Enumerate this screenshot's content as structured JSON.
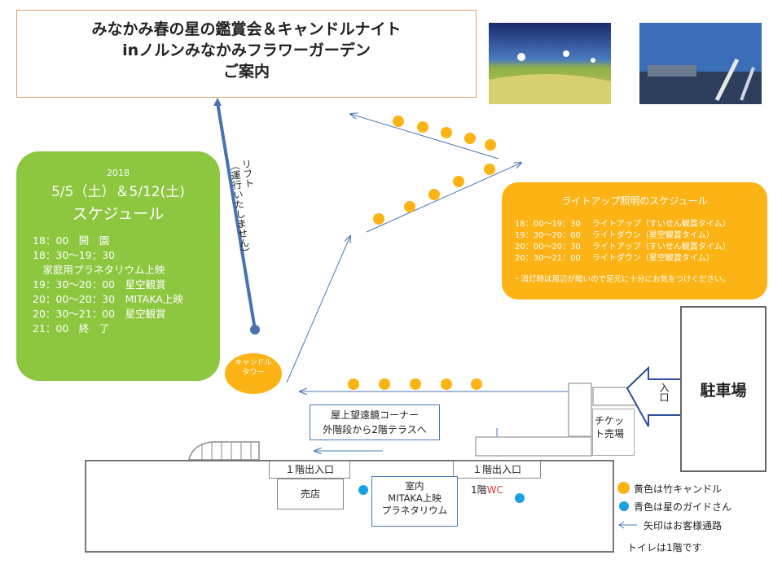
{
  "title": {
    "line1": "みなかみ春の星の鑑賞会＆キャンドルナイト",
    "line2": "inノルンみなかみフラワーガーデン",
    "line3": "ご案内"
  },
  "schedule": {
    "year": "2018",
    "dates": "5/5（土）＆5/12(土)",
    "heading": "スケジュール",
    "items": [
      "18：00　開　園",
      "18：30〜19：30",
      "　家庭用プラネタリウム上映",
      "19：30〜20：00　星空観賞",
      "20：00〜20：30　MITAKA上映",
      "20：30〜21：00　星空観賞",
      "21：00　終　了"
    ]
  },
  "lighting": {
    "title": "ライトアップ照明のスケジュール",
    "rows": [
      {
        "time": "18：00〜19：30",
        "desc": "ライトアップ（すいせん観賞タイム）"
      },
      {
        "time": "19：30〜20：00",
        "desc": "ライトダウン（星空観賞タイム）"
      },
      {
        "time": "20：00〜20：30",
        "desc": "ライトアップ（すいせん観賞タイム）"
      },
      {
        "time": "20：30〜21：00",
        "desc": "ライトダウン（星空観賞タイム）"
      }
    ],
    "note": "・消灯時は周辺が暗いので足元に十分にお気をつけください。"
  },
  "map": {
    "lift": "リフト",
    "lift_note": "（運行いたしません）",
    "tower": "キャンドルタワー",
    "parking": "駐車場",
    "entrance": "入口",
    "ticket": "チケット売場",
    "telescope_line1": "屋上望遠鏡コーナー",
    "telescope_line2": "外階段から2階テラスへ",
    "door_left": "１階出入口",
    "door_right": "１階出入口",
    "shop": "売店",
    "indoor_line1": "室内",
    "indoor_line2": "MITAKA上映",
    "indoor_line3": "プラネタリウム",
    "wc_prefix": "1階",
    "wc": "WC"
  },
  "legend": {
    "yellow": "黄色は竹キャンドル",
    "blue": "青色は星のガイドさん",
    "arrow": "矢印はお客様通路",
    "toilet": "トイレは1階です"
  },
  "colors": {
    "candle": "#fbb316",
    "guide": "#1ba1e2",
    "schedule_bg": "#8dc63f",
    "path_arrow": "#4a7ab5",
    "lift_line": "#4a72b0"
  }
}
